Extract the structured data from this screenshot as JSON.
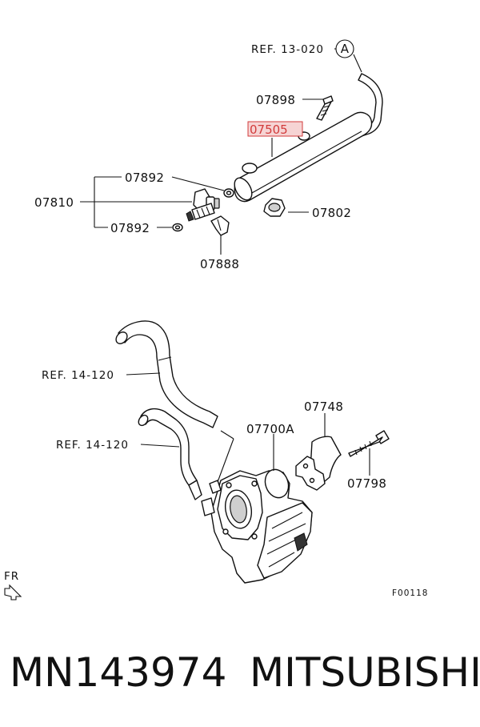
{
  "labels": {
    "ref_13_020": "REF. 13-020",
    "circle_a": "A",
    "p07898": "07898",
    "p07505": "07505",
    "p07892_top": "07892",
    "p07810": "07810",
    "p07892_bottom": "07892",
    "p07802": "07802",
    "p07888": "07888",
    "ref_14_120_top": "REF. 14-120",
    "ref_14_120_bottom": "REF. 14-120",
    "p07748": "07748",
    "p07700a": "07700A",
    "p07798": "07798",
    "fr": "FR",
    "figure_code": "F00118"
  },
  "caption": {
    "part_number": "MN143974",
    "brand": "MITSUBISHI"
  },
  "colors": {
    "highlight": "#d23b3b",
    "highlight_fill": "#f6d4d4",
    "ink": "#111111"
  }
}
